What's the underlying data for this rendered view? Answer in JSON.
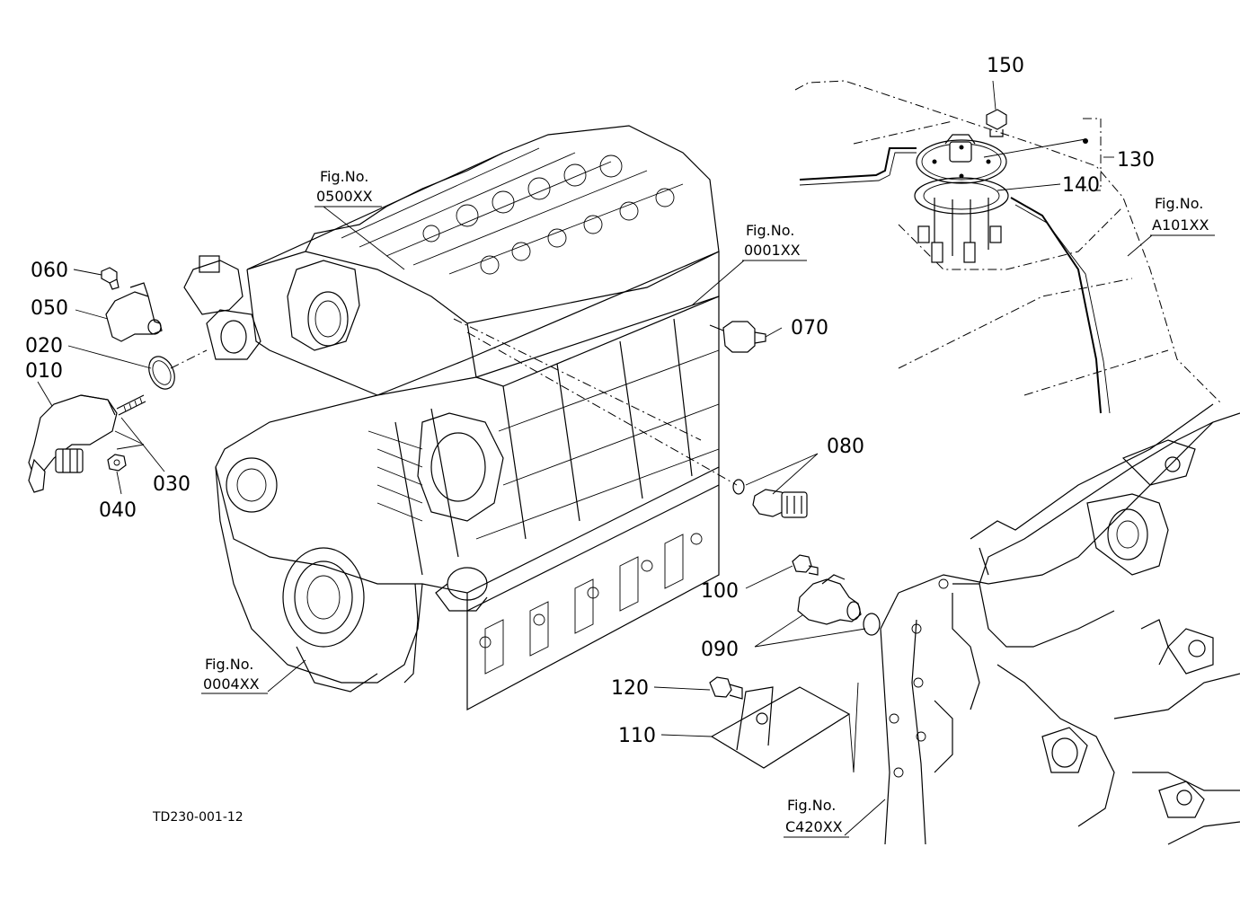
{
  "parts": {
    "p010": "010",
    "p020": "020",
    "p030": "030",
    "p040": "040",
    "p050": "050",
    "p060": "060",
    "p070": "070",
    "p080": "080",
    "p090": "090",
    "p100": "100",
    "p110": "110",
    "p120": "120",
    "p130": "130",
    "p140": "140",
    "p150": "150"
  },
  "figure_refs": {
    "f0500": {
      "title": "Fig.No.",
      "code": "0500XX"
    },
    "f0001": {
      "title": "Fig.No.",
      "code": "0001XX"
    },
    "f0004": {
      "title": "Fig.No.",
      "code": "0004XX"
    },
    "fA101": {
      "title": "Fig.No.",
      "code": "A101XX"
    },
    "fC420": {
      "title": "Fig.No.",
      "code": "C420XX"
    }
  },
  "drawing_code": "TD230-001-12"
}
